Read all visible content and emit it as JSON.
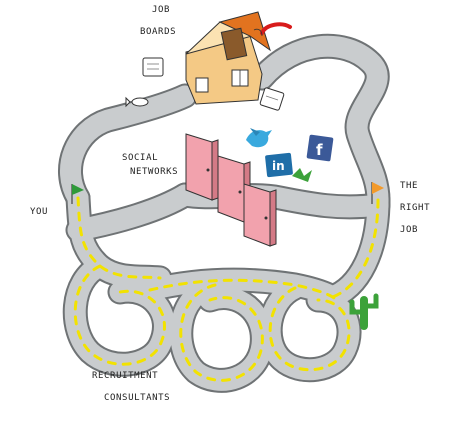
{
  "labels": {
    "job_boards": [
      "JOB",
      "BOARDS"
    ],
    "social_networks": [
      "SOCIAL",
      "NETWORKS"
    ],
    "you": "YOU",
    "the_right_job": [
      "THE",
      "RIGHT",
      "JOB"
    ],
    "recruitment_consultants": [
      "RECRUITMENT",
      "CONSULTANTS"
    ]
  },
  "logos": {
    "linkedin": "in",
    "facebook": "f"
  },
  "colors": {
    "road": "#c9ccce",
    "road_edge": "#6f7375",
    "lane_marking": "#f2e200",
    "house_wall": "#f4c985",
    "house_roof": "#e2731f",
    "door": "#f2a2ad",
    "start_flag": "#2f9a3a",
    "finish_flag": "#f39a2a",
    "cactus": "#3ca23a",
    "twitter": "#39a9de",
    "linkedin": "#1f6ea8",
    "facebook": "#3b5998",
    "phone": "#d81b1b"
  }
}
